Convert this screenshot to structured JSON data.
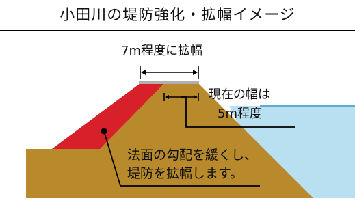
{
  "title": "小田川の堤防強化・拡幅イメージ",
  "labels": {
    "widen_to": "7m程度に拡幅",
    "current_width_line1": "現在の幅は",
    "current_width_line2": "5m程度",
    "slope_line1": "法面の勾配を緩くし、",
    "slope_line2": "堤防を拡幅します。"
  },
  "colors": {
    "levee_existing": "#b88a2c",
    "levee_added": "#d8202a",
    "water": "#b8e0f0",
    "water_line": "#5aaed6",
    "crest": "#b0b0b0",
    "line": "#000000"
  }
}
